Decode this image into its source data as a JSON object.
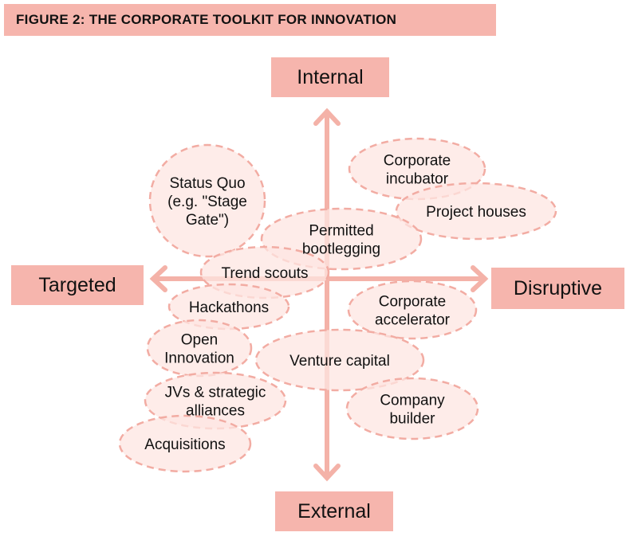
{
  "title": "FIGURE 2: THE CORPORATE TOOLKIT FOR INNOVATION",
  "axes": {
    "top": "Internal",
    "bottom": "External",
    "left": "Targeted",
    "right": "Disruptive"
  },
  "colors": {
    "box": "#f6b5ad",
    "ellipse_fill": "#fde6e2",
    "ellipse_stroke": "#f2aca3",
    "axis": "#f4b2a8"
  },
  "tools": [
    {
      "lines": [
        "Status Quo",
        "(e.g. \"Stage",
        "Gate\")"
      ]
    },
    {
      "lines": [
        "Corporate",
        "incubator"
      ]
    },
    {
      "lines": [
        "Project houses"
      ]
    },
    {
      "lines": [
        "Permitted",
        "bootlegging"
      ]
    },
    {
      "lines": [
        "Trend scouts"
      ]
    },
    {
      "lines": [
        "Hackathons"
      ]
    },
    {
      "lines": [
        "Corporate",
        "accelerator"
      ]
    },
    {
      "lines": [
        "Open",
        "Innovation"
      ]
    },
    {
      "lines": [
        "Venture capital"
      ]
    },
    {
      "lines": [
        "JVs & strategic",
        "alliances"
      ]
    },
    {
      "lines": [
        "Company",
        "builder"
      ]
    },
    {
      "lines": [
        "Acquisitions"
      ]
    }
  ]
}
